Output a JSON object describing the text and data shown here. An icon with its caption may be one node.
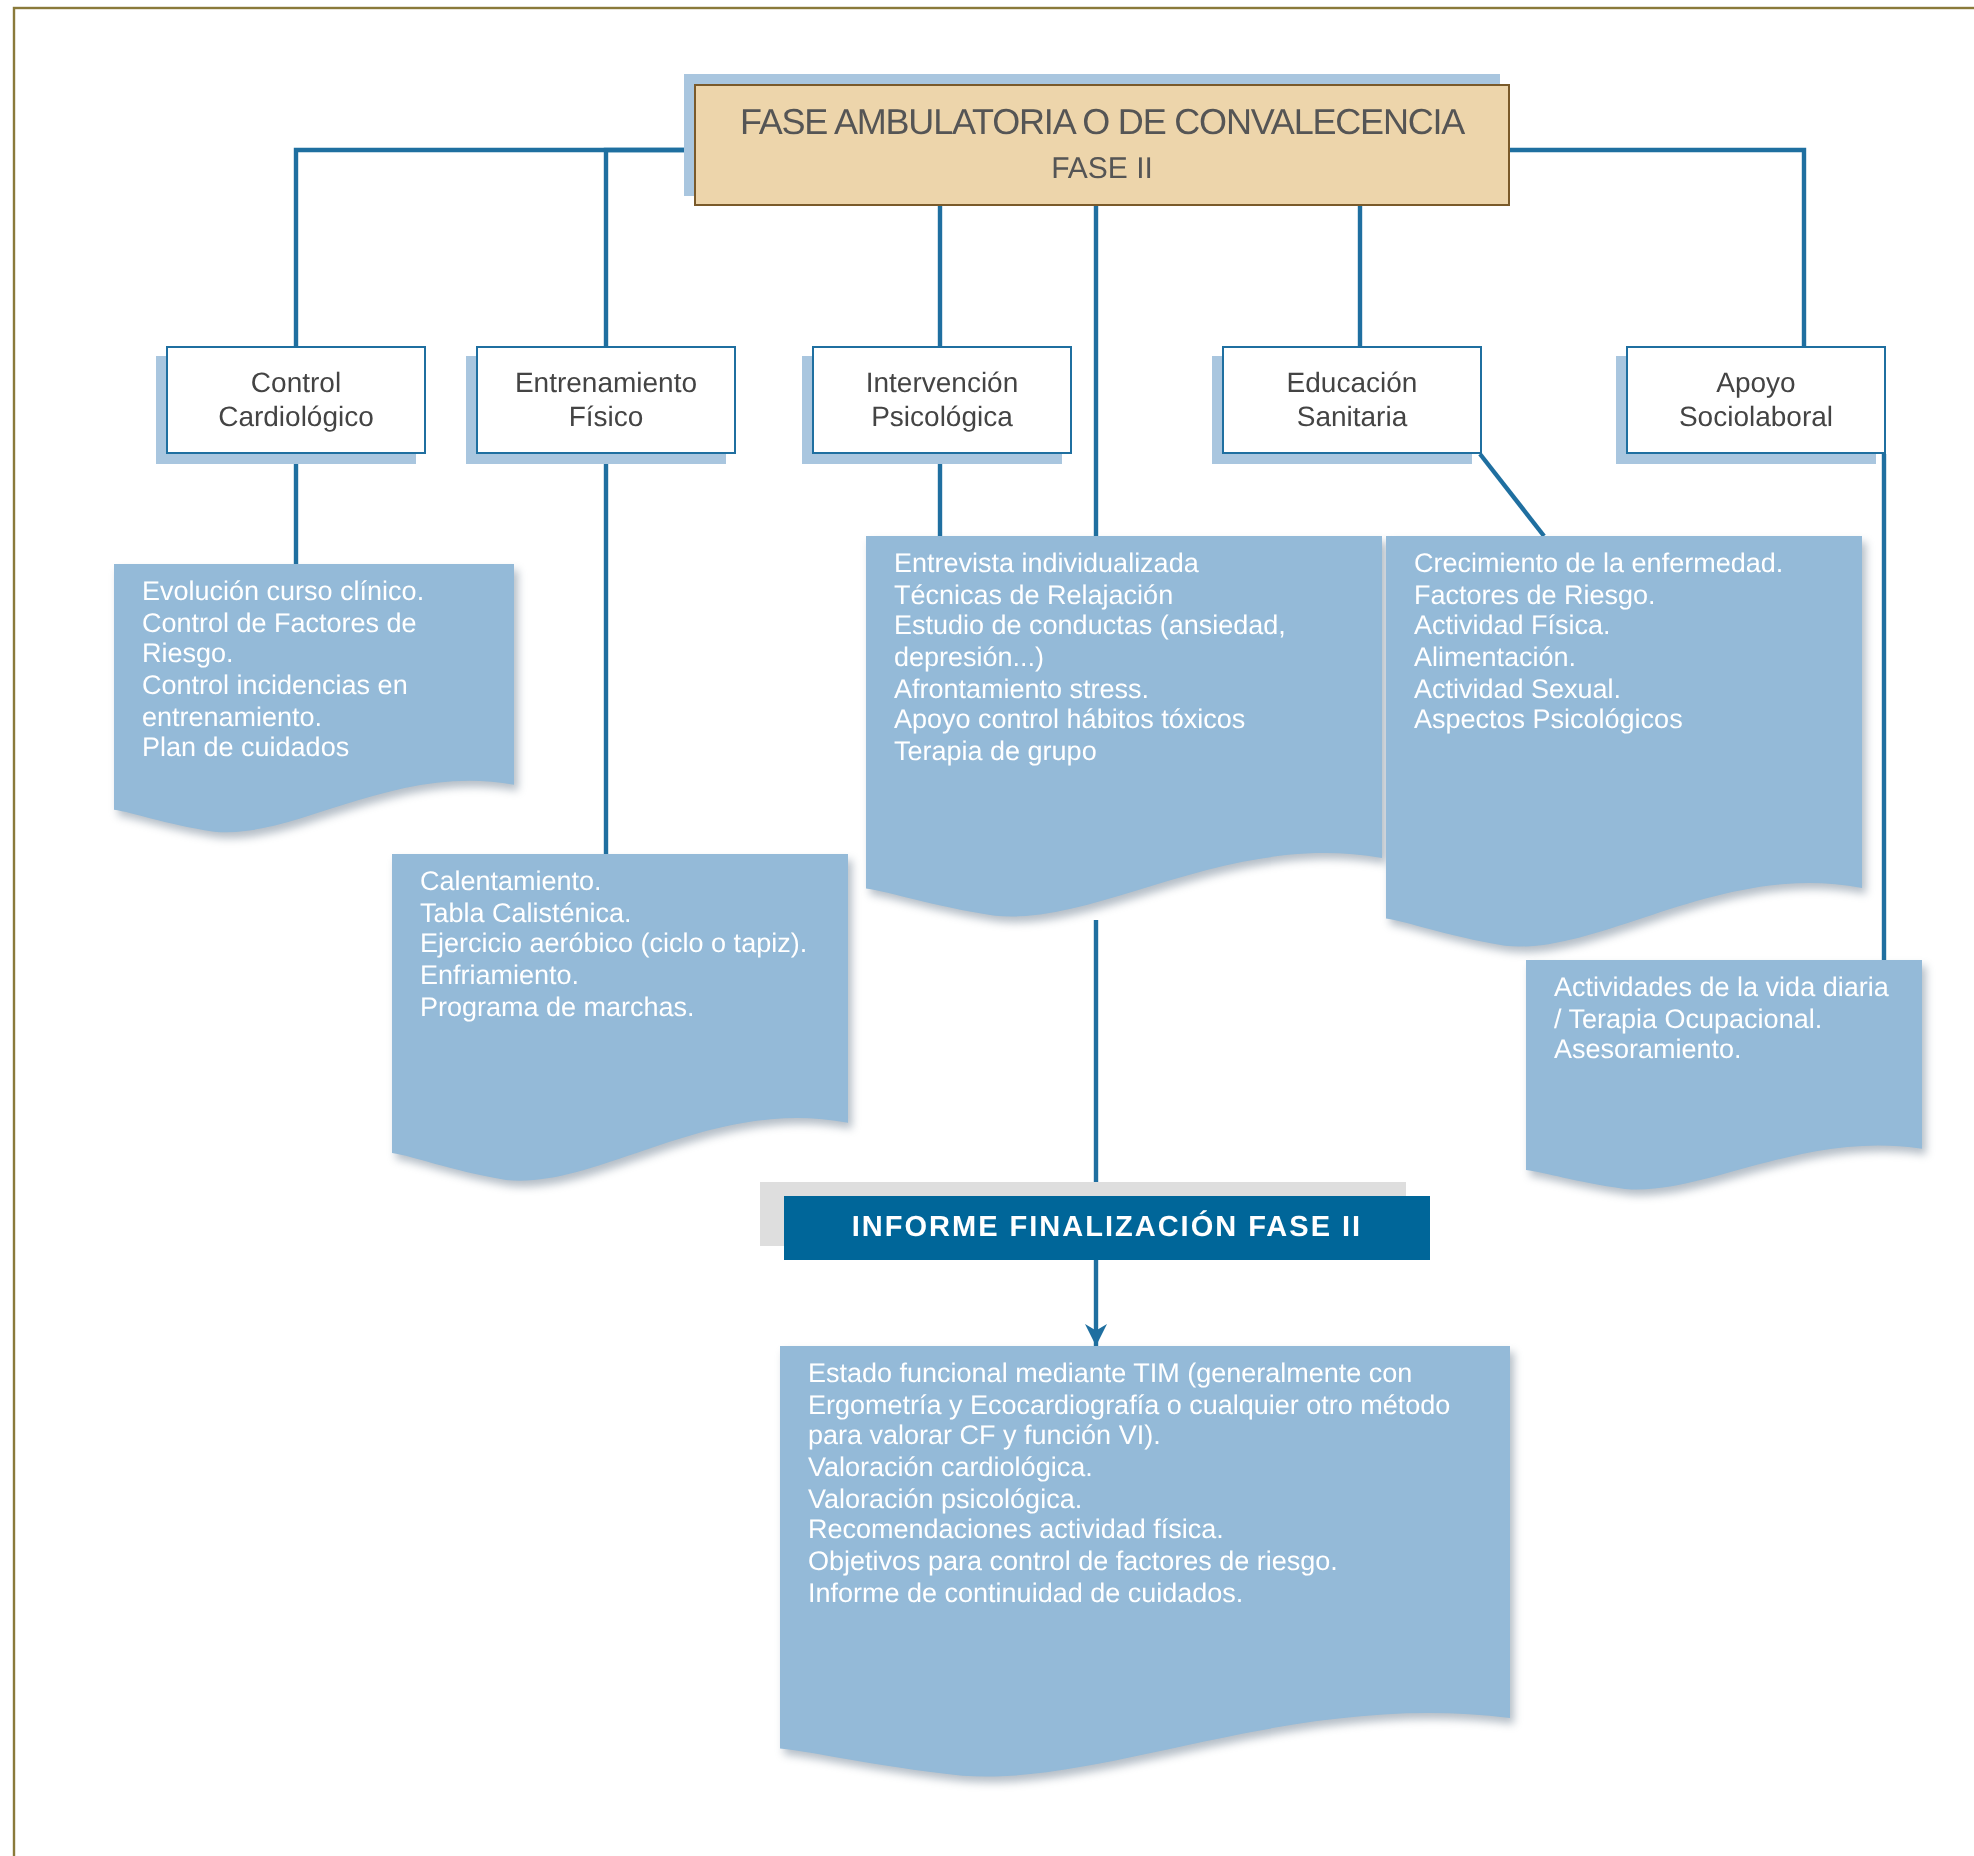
{
  "diagram": {
    "nodes": [
      {
        "text": [
          "FASE AMBULATORIA O DE CONVALECENCIA",
          "FASE II"
        ]
      },
      {
        "text": [
          "Control Cardiológico"
        ]
      },
      {
        "text": [
          "Entrenamiento Físico"
        ]
      },
      {
        "text": [
          "Intervención Psicológica"
        ]
      },
      {
        "text": [
          "Educación Sanitaria"
        ]
      },
      {
        "text": [
          "Apoyo Sociolaboral"
        ]
      },
      {
        "text": [
          "Evolución curso clínico.",
          "Control de Factores de Riesgo.",
          "Control incidencias en entrenamiento.",
          "Plan de cuidados"
        ]
      },
      {
        "text": [
          "Calentamiento.",
          "Tabla Calisténica.",
          "Ejercicio aeróbico (ciclo o tapiz).",
          "Enfriamiento.",
          "Programa de marchas."
        ]
      },
      {
        "text": [
          "Entrevista individualizada",
          "Técnicas de Relajación",
          "Estudio de conductas (ansiedad, depresión...)",
          "Afrontamiento stress.",
          "Apoyo control hábitos tóxicos",
          "Terapia de grupo"
        ]
      },
      {
        "text": [
          "Crecimiento de la enfermedad.",
          "Factores de Riesgo.",
          "Actividad Física.",
          "Alimentación.",
          "Actividad Sexual.",
          "Aspectos Psicológicos"
        ]
      },
      {
        "text": [
          "Actividades de la vida diaria / Terapia Ocupacional.",
          "Asesoramiento."
        ]
      },
      {
        "text": [
          "INFORME FINALIZACIÓN FASE II"
        ]
      },
      {
        "text": [
          "Estado funcional mediante TIM (generalmente con Ergometría y Ecocardiografía o cualquier otro método para valorar CF y función VI).",
          "Valoración cardiológica.",
          "Valoración psicológica.",
          "Recomendaciones actividad física.",
          "Objetivos para control de factores de riesgo.",
          "Informe de continuidad de cuidados."
        ]
      }
    ],
    "edges": [
      {
        "from": 0,
        "to": 1,
        "arrow": "none"
      },
      {
        "from": 0,
        "to": 2,
        "arrow": "none"
      },
      {
        "from": 0,
        "to": 3,
        "arrow": "none"
      },
      {
        "from": 0,
        "to": 4,
        "arrow": "none"
      },
      {
        "from": 0,
        "to": 5,
        "arrow": "none"
      },
      {
        "from": 1,
        "to": 6,
        "arrow": "none"
      },
      {
        "from": 2,
        "to": 7,
        "arrow": "none"
      },
      {
        "from": 3,
        "to": 8,
        "arrow": "none"
      },
      {
        "from": 4,
        "to": 9,
        "arrow": "none"
      },
      {
        "from": 5,
        "to": 10,
        "arrow": "none"
      },
      {
        "from": 0,
        "to": 8,
        "arrow": "none"
      },
      {
        "from": 8,
        "to": 11,
        "arrow": "none"
      },
      {
        "from": 11,
        "to": 12,
        "arrow": "to"
      }
    ]
  }
}
